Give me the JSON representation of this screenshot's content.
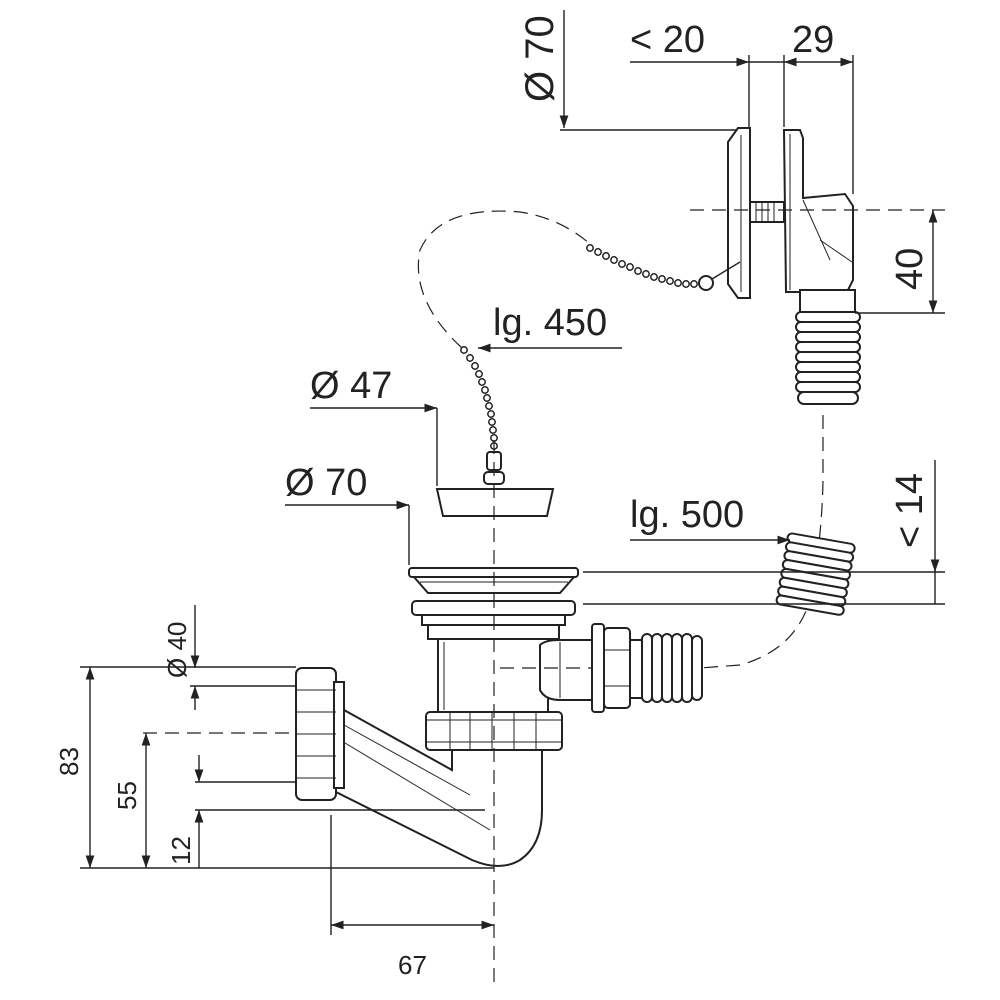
{
  "colors": {
    "ink": "#222222",
    "background": "#ffffff"
  },
  "labels": {
    "overflow_diameter": "Ø 70",
    "overflow_depth": "< 20",
    "overflow_width": "29",
    "overflow_height": "40",
    "chain_length": "lg. 450",
    "plug_diameter": "Ø 47",
    "flange_diameter": "Ø 70",
    "hose_length": "lg. 500",
    "flange_thickness": "< 14",
    "outlet_diameter": "Ø 40",
    "height_total": "83",
    "height_outlet": "55",
    "height_bottom": "12",
    "offset_horizontal": "67"
  }
}
